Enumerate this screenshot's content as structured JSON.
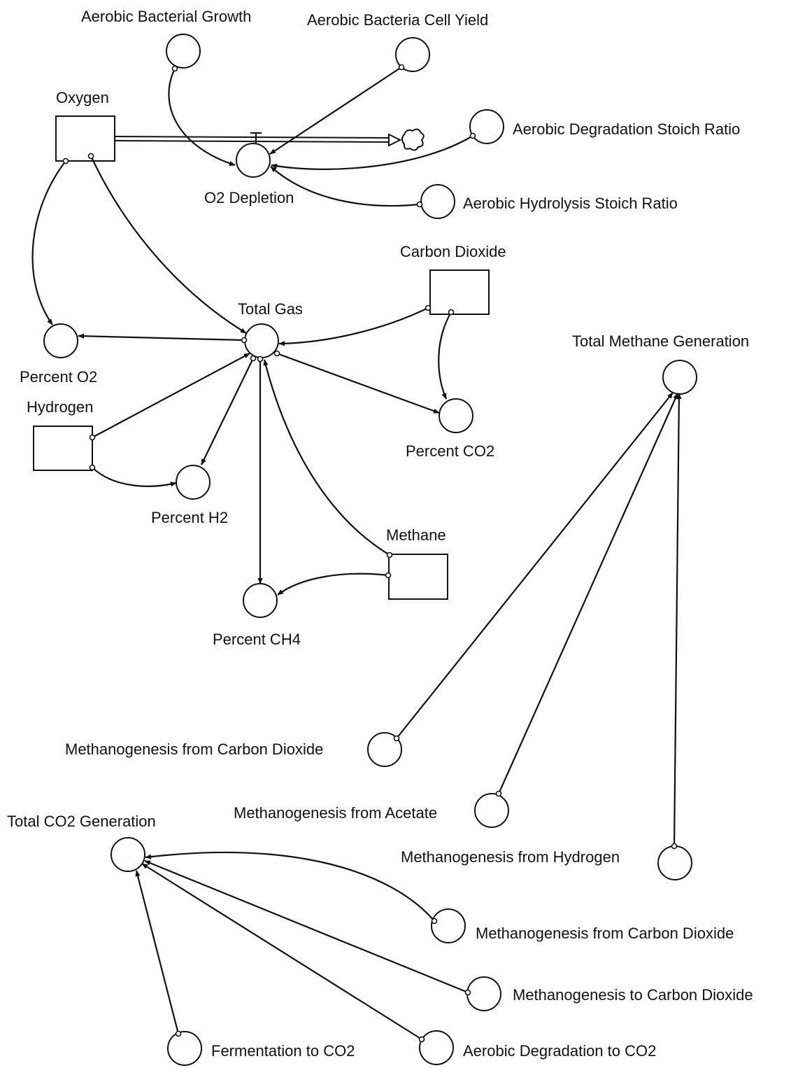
{
  "stocks": {
    "oxygen": "Oxygen",
    "carbon_dioxide": "Carbon Dioxide",
    "hydrogen": "Hydrogen",
    "methane": "Methane"
  },
  "flows": {
    "o2_depletion": "O2 Depletion"
  },
  "variables": {
    "aerobic_bacterial_growth": "Aerobic Bacterial Growth",
    "aerobic_bacteria_cell_yield": "Aerobic Bacteria Cell Yield",
    "aerobic_degradation_stoich_ratio": "Aerobic Degradation Stoich Ratio",
    "aerobic_hydrolysis_stoich_ratio": "Aerobic Hydrolysis Stoich Ratio",
    "total_gas": "Total Gas",
    "percent_o2": "Percent O2",
    "percent_co2": "Percent CO2",
    "percent_h2": "Percent H2",
    "percent_ch4": "Percent CH4",
    "total_methane_generation": "Total Methane Generation",
    "methanogenesis_from_carbon_dioxide_a": "Methanogenesis from Carbon Dioxide",
    "methanogenesis_from_acetate": "Methanogenesis from Acetate",
    "methanogenesis_from_hydrogen": "Methanogenesis from Hydrogen",
    "total_co2_generation": "Total CO2 Generation",
    "methanogenesis_from_carbon_dioxide_b": "Methanogenesis from Carbon Dioxide",
    "methanogenesis_to_carbon_dioxide": "Methanogenesis to Carbon Dioxide",
    "fermentation_to_co2": "Fermentation to CO2",
    "aerobic_degradation_to_co2": "Aerobic Degradation to CO2"
  },
  "style": {
    "stroke": "#111111",
    "background": "#ffffff"
  }
}
